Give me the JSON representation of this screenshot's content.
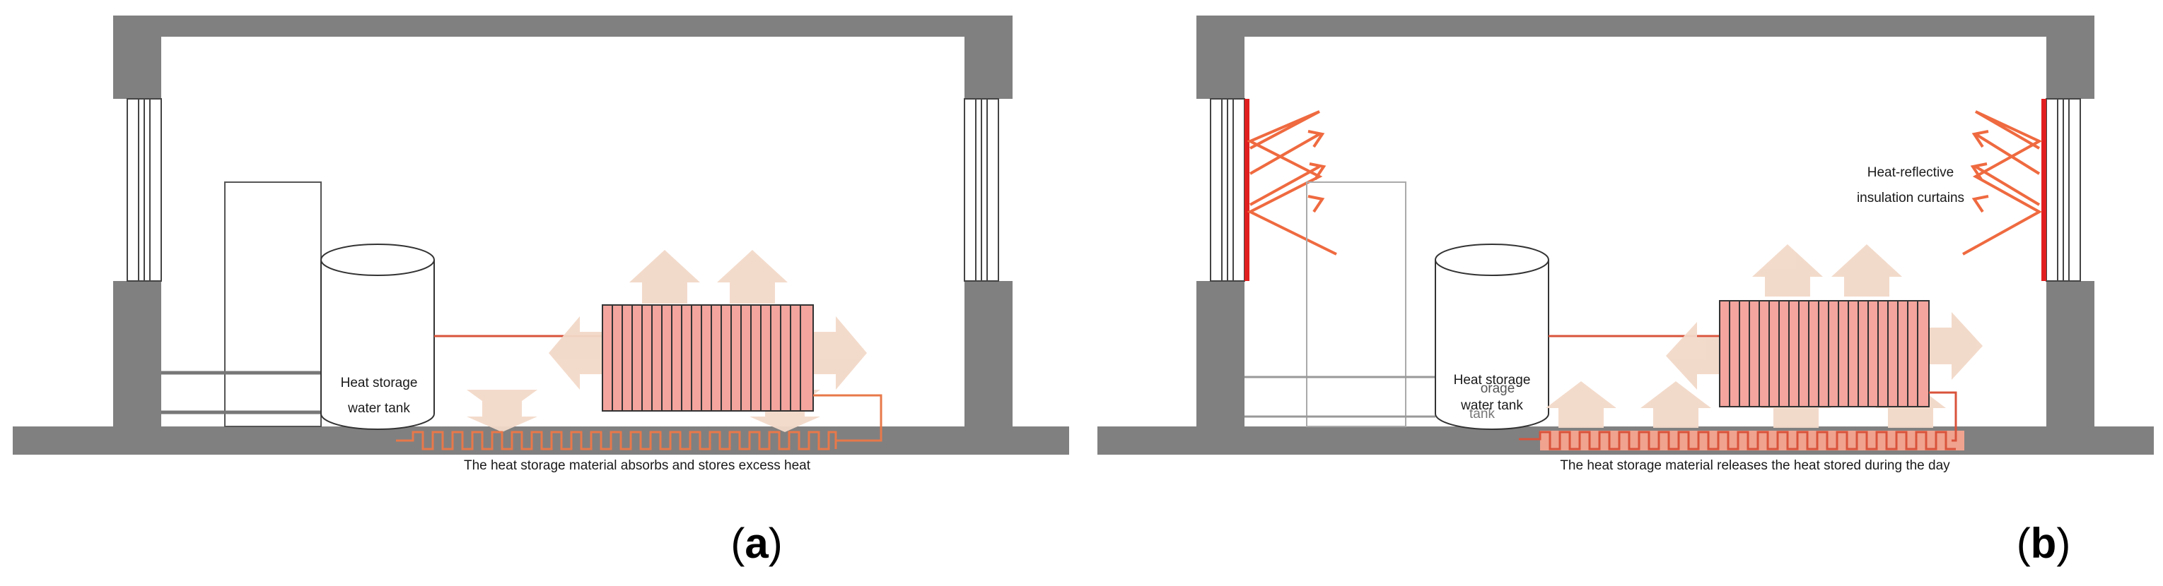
{
  "colors": {
    "wall": "#808080",
    "wall_light": "#9a9a9a",
    "heat_arrow": "#f2d9c8",
    "radiator_fill": "#f3a59e",
    "pipe_orange": "#e8784a",
    "pipe_red": "#d9533b",
    "curtain_red": "#e02020",
    "reflect_arrow": "#ef6a40",
    "floor_heat_fill": "#f0a38f"
  },
  "panels": [
    {
      "letter": "a",
      "tank_label_line1": "Heat storage",
      "tank_label_line2": "water tank",
      "caption": "The heat storage material absorbs and stores excess heat"
    },
    {
      "letter": "b",
      "tank_label_line1": "Heat storage",
      "tank_label_line2": "water tank",
      "overlap_label_line1": "orage",
      "overlap_label_line2": "tank",
      "curtain_label_line1": "Heat-reflective",
      "curtain_label_line2": "insulation curtains",
      "caption": "The heat storage material releases the heat stored during the day"
    }
  ]
}
